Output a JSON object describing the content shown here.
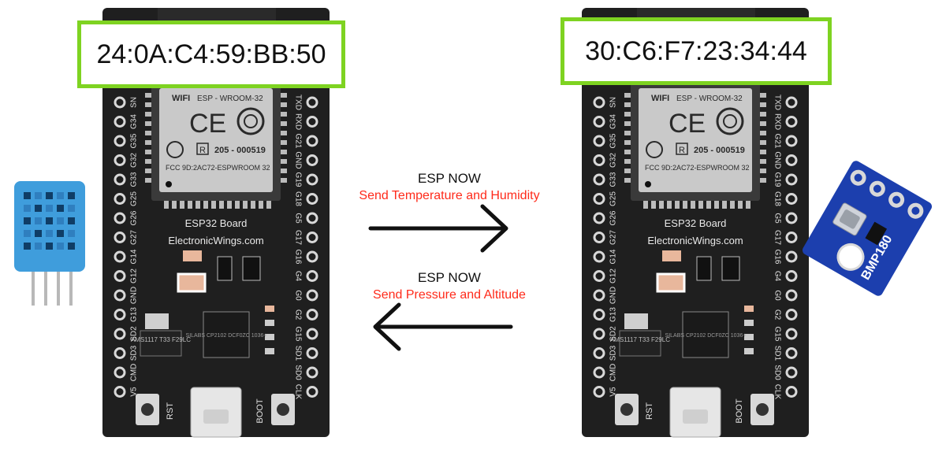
{
  "boards": [
    {
      "mac": "24:0A:C4:59:BB:50",
      "module_label": "ESP - WROOM-32",
      "wifi_label": "WIFI",
      "ce_label": "CE",
      "r_label": "R",
      "cert_number": "205 - 000519",
      "fcc_label": "FCC 9D:2AC72-ESPWROOM 32",
      "board_name": "ESP32 Board",
      "brand": "ElectronicWings.com",
      "regulator_label": "AMS1117 T33 F29LC",
      "usb_chip_label": "SILABS CP2102 DCF0ZC 1036+",
      "rst_label": "RST",
      "boot_label": "BOOT",
      "left_pins": [
        "SN",
        "G34",
        "G35",
        "G32",
        "G33",
        "G25",
        "G26",
        "G27",
        "G14",
        "G12",
        "GND",
        "G13",
        "SD2",
        "SD3",
        "CMD",
        "V5"
      ],
      "right_pins": [
        "TXD",
        "RXD",
        "G21",
        "GND",
        "G19",
        "G18",
        "G5",
        "G17",
        "G16",
        "G4",
        "G0",
        "G2",
        "G15",
        "SD1",
        "SD0",
        "CLK"
      ]
    },
    {
      "mac": "30:C6:F7:23:34:44",
      "module_label": "ESP - WROOM-32",
      "wifi_label": "WIFI",
      "ce_label": "CE",
      "r_label": "R",
      "cert_number": "205 - 000519",
      "fcc_label": "FCC 9D:2AC72-ESPWROOM 32",
      "board_name": "ESP32 Board",
      "brand": "ElectronicWings.com",
      "regulator_label": "AMS1117 T33 F29LC",
      "usb_chip_label": "SILABS CP2102 DCF0ZC 1036+",
      "rst_label": "RST",
      "boot_label": "BOOT",
      "left_pins": [
        "SN",
        "G34",
        "G35",
        "G32",
        "G33",
        "G25",
        "G26",
        "G27",
        "G14",
        "G12",
        "GND",
        "G13",
        "SD2",
        "SD3",
        "CMD",
        "V5"
      ],
      "right_pins": [
        "TXD",
        "RXD",
        "G21",
        "GND",
        "G19",
        "G18",
        "G5",
        "G17",
        "G16",
        "G4",
        "G0",
        "G2",
        "G15",
        "SD1",
        "SD0",
        "CLK"
      ]
    }
  ],
  "links": [
    {
      "protocol": "ESP NOW",
      "message": "Send Temperature and Humidity",
      "direction": "right"
    },
    {
      "protocol": "ESP NOW",
      "message": "Send Pressure and Altitude",
      "direction": "left"
    }
  ],
  "sensor_right": {
    "label": "BMP180"
  },
  "colors": {
    "mac_border": "#7ed321",
    "board": "#1f1f1f",
    "message_text": "#ff2a1a",
    "sensor_dht": "#3f9ddc",
    "sensor_bmp": "#1c3fae"
  }
}
